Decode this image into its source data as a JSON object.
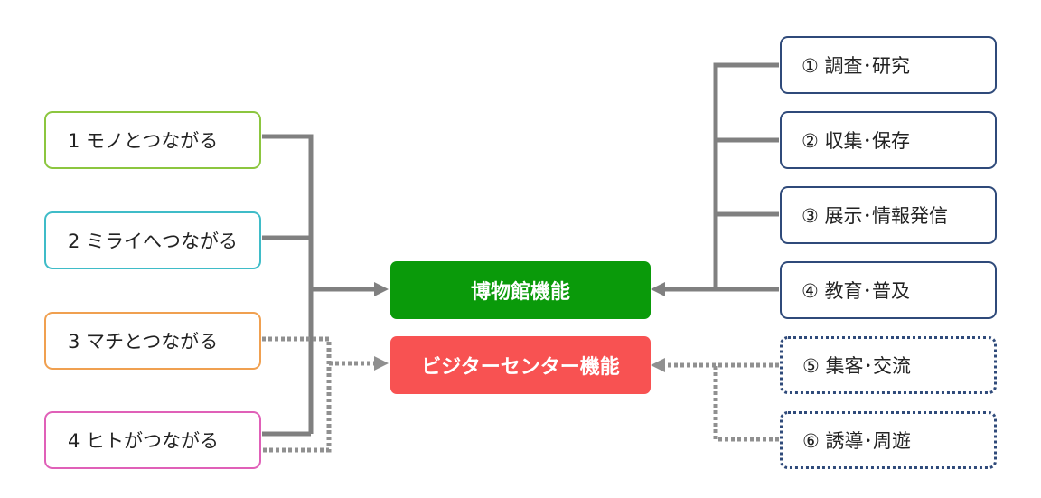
{
  "colors": {
    "green": "#0a9a0a",
    "red": "#f85252",
    "navy": "#2f4a7a",
    "connector": "#808080",
    "left_borders": [
      "#8cc63f",
      "#3fbcc8",
      "#f0a050",
      "#e060b8"
    ]
  },
  "left_items": [
    {
      "label": "1 モノとつながる"
    },
    {
      "label": "2 ミライへつながる"
    },
    {
      "label": "3 マチとつながる"
    },
    {
      "label": "4 ヒトがつながる"
    }
  ],
  "center": {
    "museum": "博物館機能",
    "visitor": "ビジターセンター機能"
  },
  "right_items": [
    {
      "label": "① 調査･研究",
      "style": "solid"
    },
    {
      "label": "② 収集･保存",
      "style": "solid"
    },
    {
      "label": "③ 展示･情報発信",
      "style": "solid"
    },
    {
      "label": "④ 教育･普及",
      "style": "solid"
    },
    {
      "label": "⑤ 集客･交流",
      "style": "dotted"
    },
    {
      "label": "⑥ 誘導･周遊",
      "style": "dotted"
    }
  ]
}
